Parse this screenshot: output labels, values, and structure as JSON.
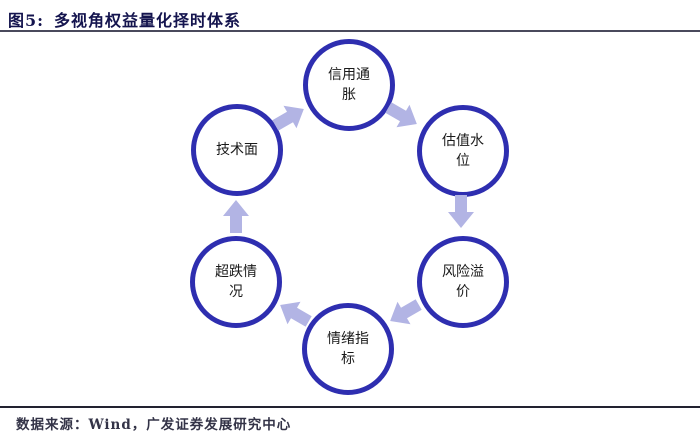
{
  "header": {
    "figure_label": "图5:",
    "figure_title": "多视角权益量化择时体系"
  },
  "footer": {
    "source": "数据来源：Wind，广发证券发展研究中心"
  },
  "colors": {
    "circle-border": "#2e2eb0",
    "arrow-fill": "#b2b4e4",
    "title-text": "#14144e",
    "rule-top": "#4a4a5c",
    "rule-bottom": "#222230",
    "source-text": "#333347"
  },
  "diagram": {
    "type": "cycle",
    "direction": "clockwise",
    "flow_order": [
      "技术面",
      "信用通胀",
      "估值水位",
      "风险溢价",
      "情绪指标",
      "超跌情况"
    ],
    "nodes": [
      {
        "id": "credit-inflation",
        "label": "信用通胀",
        "line1": "信用通",
        "line2": "胀"
      },
      {
        "id": "valuation-level",
        "label": "估值水位",
        "line1": "估值水",
        "line2": "位"
      },
      {
        "id": "technical",
        "label": "技术面",
        "line1": "技术面",
        "line2": ""
      },
      {
        "id": "risk-premium",
        "label": "风险溢价",
        "line1": "风险溢",
        "line2": "价"
      },
      {
        "id": "oversold-condition",
        "label": "超跌情况",
        "line1": "超跌情",
        "line2": "况"
      },
      {
        "id": "sentiment-indicator",
        "label": "情绪指标",
        "line1": "情绪指",
        "line2": "标"
      }
    ]
  }
}
